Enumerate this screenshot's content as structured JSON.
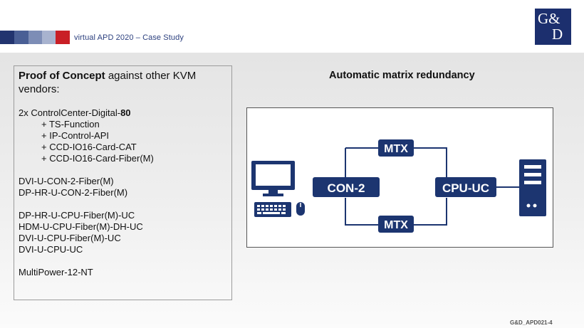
{
  "header": {
    "title": "virtual APD 2020 – Case Study",
    "logo_line1": "G&",
    "logo_line2": "D",
    "strip_colors": [
      "#22346f",
      "#4a5f95",
      "#7d8db6",
      "#a8b3cf",
      "#c91f26"
    ]
  },
  "left_panel": {
    "heading_bold": "Proof of Concept",
    "heading_rest": " against other KVM vendors:",
    "control_center_prefix": "2x ControlCenter-Digital-",
    "control_center_bold": "80",
    "features": [
      "+ TS-Function",
      "+ IP-Control-API",
      "+ CCD-IO16-Card-CAT",
      "+ CCD-IO16-Card-Fiber(M)"
    ],
    "con_modules": [
      "DVI-U-CON-2-Fiber(M)",
      "DP-HR-U-CON-2-Fiber(M)"
    ],
    "cpu_modules": [
      "DP-HR-U-CPU-Fiber(M)-UC",
      "HDM-U-CPU-Fiber(M)-DH-UC",
      "DVI-U-CPU-Fiber(M)-UC",
      "DVI-U-CPU-UC"
    ],
    "power": "MultiPower-12-NT"
  },
  "diagram": {
    "title": "Automatic matrix redundancy",
    "node_con": "CON-2",
    "node_mtx_top": "MTX",
    "node_mtx_bottom": "MTX",
    "node_cpu": "CPU-UC",
    "icons": [
      "monitor-icon",
      "keyboard-icon",
      "mouse-icon",
      "server-tower-icon"
    ],
    "node_color": "#1c3570",
    "line_color": "#1c3570"
  },
  "footer": {
    "code": "G&D_APD021-4"
  }
}
